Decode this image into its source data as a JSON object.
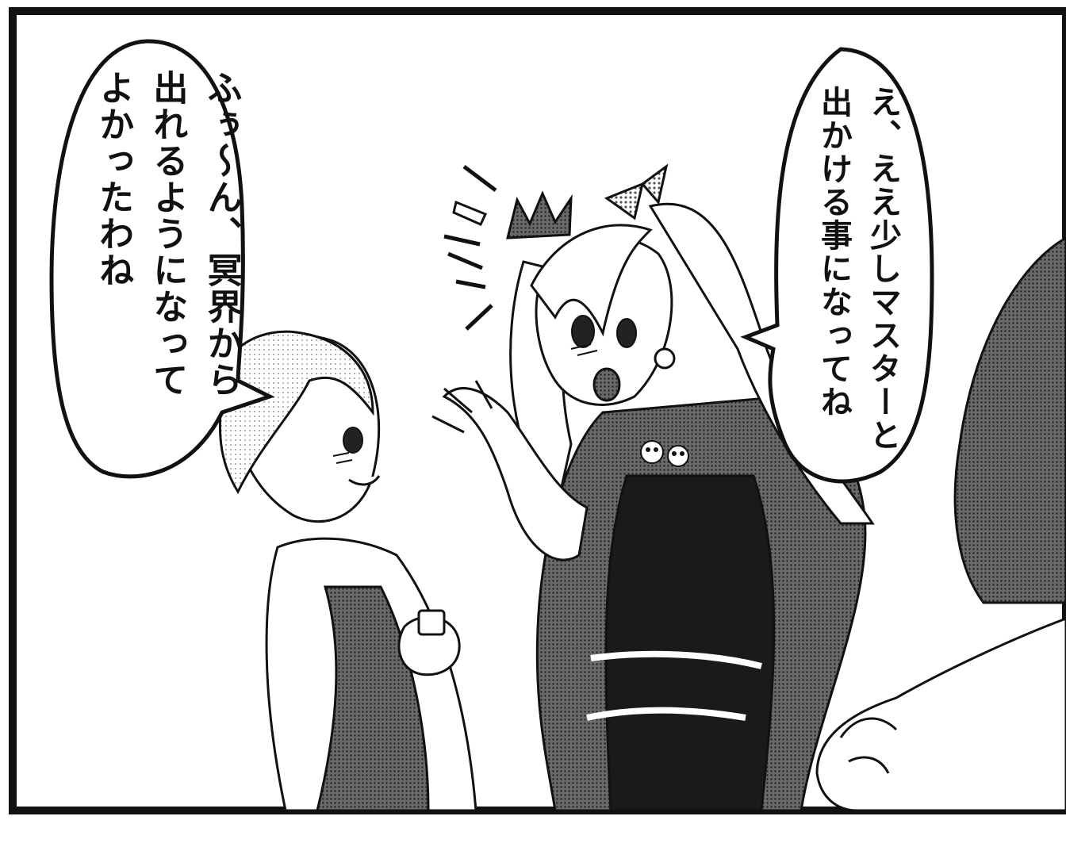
{
  "bubble_left": {
    "lines": [
      "ふぅ〜ん、冥界から",
      "出れるようになって",
      "よかったわね"
    ]
  },
  "bubble_right": {
    "lines": [
      "え、ええ少しマスターと",
      "出かける事になってね"
    ]
  },
  "colors": {
    "ink": "#111111",
    "paper": "#ffffff",
    "screentone": "#8a8a8a",
    "dark_tone": "#2a2a2a"
  },
  "icons": [
    "skull-brooch-icon",
    "crown-icon",
    "hair-ribbon-icon",
    "surprise-lines-icon"
  ]
}
